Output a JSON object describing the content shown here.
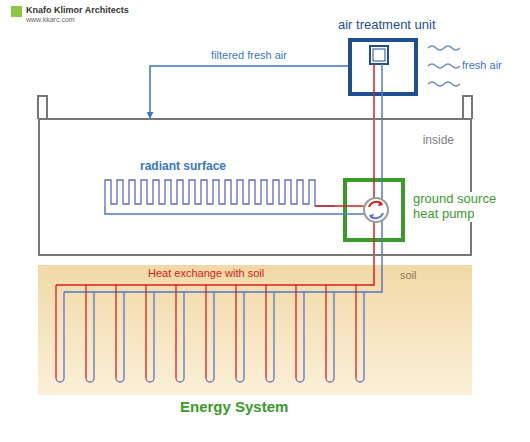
{
  "diagram": {
    "title": "Energy System",
    "nodes": [
      {
        "text": [
          "air treatment unit"
        ]
      },
      {
        "text": [
          "inside"
        ]
      },
      {
        "text": [
          "radiant surface"
        ],
        "in": 1
      },
      {
        "text": [
          "ground source heat pump"
        ]
      },
      {
        "text": [
          "Heat exchange with soil",
          "soil"
        ]
      }
    ],
    "edges": [
      {
        "from": 0,
        "to": 1,
        "arrow": "to",
        "label": "filtered fresh air"
      },
      {
        "from": 0,
        "to": 3,
        "arrow": "none"
      },
      {
        "from": 2,
        "to": 3,
        "arrow": "none"
      },
      {
        "from": 3,
        "to": 4,
        "arrow": "none"
      }
    ],
    "labels": [
      "Knafo Klimor Architects",
      "www.kkarc.com",
      "fresh air"
    ]
  }
}
